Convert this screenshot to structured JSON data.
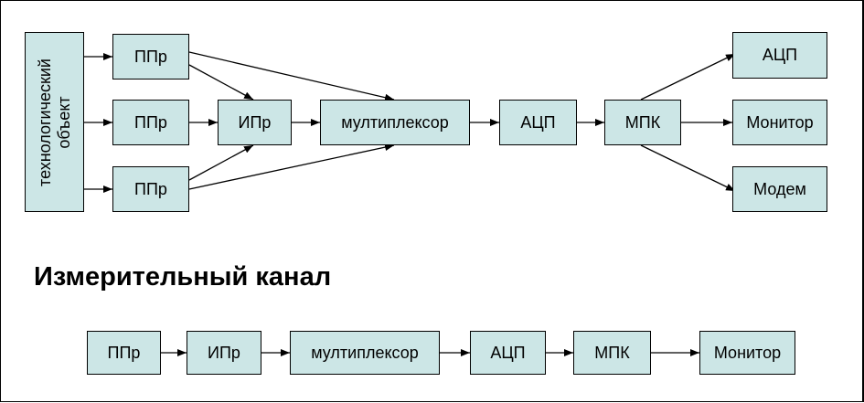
{
  "top_diagram": {
    "object_label_line1": "технологический",
    "object_label_line2": "объект",
    "ppr1": "ППр",
    "ppr2": "ППр",
    "ppr3": "ППр",
    "ipr": "ИПр",
    "mux": "мултиплексор",
    "adc": "АЦП",
    "mpk": "МПК",
    "out_adc": "АЦП",
    "out_monitor": "Монитор",
    "out_modem": "Модем"
  },
  "title": "Измерительный канал",
  "bottom_chain": {
    "ppr": "ППр",
    "ipr": "ИПр",
    "mux": "мултиплексор",
    "adc": "АЦП",
    "mpk": "МПК",
    "monitor": "Монитор"
  }
}
